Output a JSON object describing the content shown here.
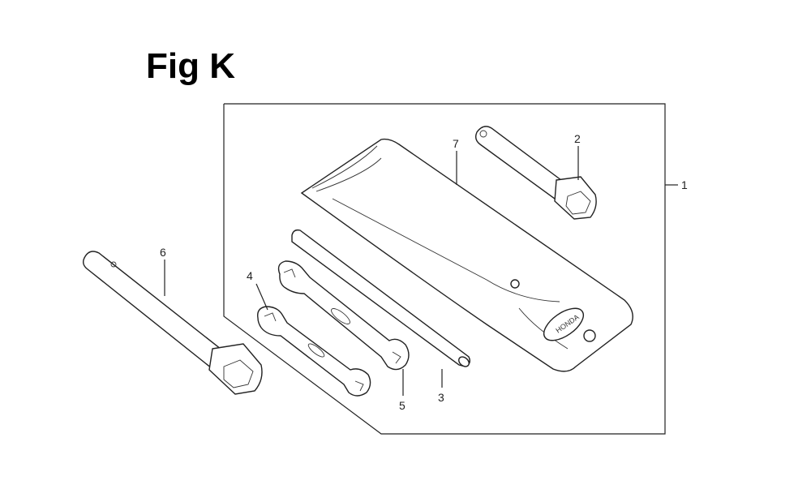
{
  "figure": {
    "title": "Fig K"
  },
  "callouts": [
    {
      "id": "1",
      "label": "1",
      "part": "tool-kit-assembly"
    },
    {
      "id": "2",
      "label": "2",
      "part": "box-spanner-small"
    },
    {
      "id": "3",
      "label": "3",
      "part": "handle-bar"
    },
    {
      "id": "4",
      "label": "4",
      "part": "open-end-wrench-small"
    },
    {
      "id": "5",
      "label": "5",
      "part": "open-end-wrench-large"
    },
    {
      "id": "6",
      "label": "6",
      "part": "box-spanner-large"
    },
    {
      "id": "7",
      "label": "7",
      "part": "tool-bag"
    }
  ]
}
